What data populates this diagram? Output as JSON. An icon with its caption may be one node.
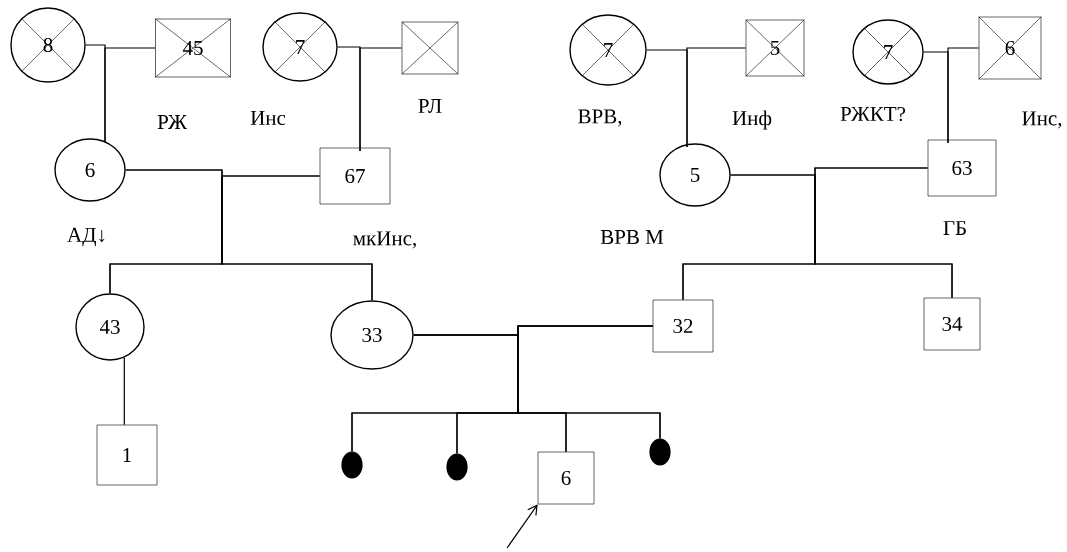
{
  "diagram": {
    "nodes": [
      {
        "text": [
          "8"
        ]
      },
      {
        "text": [
          "45"
        ]
      },
      {
        "text": [
          "7"
        ]
      },
      {
        "text": [],
        "shape": "box"
      },
      {
        "text": [
          "7"
        ]
      },
      {
        "text": [
          "5"
        ]
      },
      {
        "text": [
          "7"
        ]
      },
      {
        "text": [
          "6"
        ]
      },
      {
        "text": [
          "6"
        ]
      },
      {
        "text": [
          "67"
        ]
      },
      {
        "text": [
          "5"
        ]
      },
      {
        "text": [
          "63"
        ]
      },
      {
        "text": [
          "43"
        ]
      },
      {
        "text": [
          "33"
        ]
      },
      {
        "text": [
          "32"
        ]
      },
      {
        "text": [
          "34"
        ]
      },
      {
        "text": [
          "1"
        ]
      },
      {
        "text": [],
        "shape": "circle"
      },
      {
        "text": [],
        "shape": "circle"
      },
      {
        "text": [
          "6"
        ]
      },
      {
        "text": [],
        "shape": "circle"
      }
    ],
    "edges": [
      {
        "from": 0,
        "to": 8,
        "arrow": "none"
      },
      {
        "from": 1,
        "to": 8,
        "arrow": "none"
      },
      {
        "from": 2,
        "to": 9,
        "arrow": "none"
      },
      {
        "from": 3,
        "to": 9,
        "arrow": "none"
      },
      {
        "from": 8,
        "to": 12,
        "arrow": "none"
      },
      {
        "from": 9,
        "to": 12,
        "arrow": "none"
      },
      {
        "from": 8,
        "to": 13,
        "arrow": "none"
      },
      {
        "from": 9,
        "to": 13,
        "arrow": "none"
      },
      {
        "from": 4,
        "to": 10,
        "arrow": "none"
      },
      {
        "from": 5,
        "to": 10,
        "arrow": "none"
      },
      {
        "from": 6,
        "to": 11,
        "arrow": "none"
      },
      {
        "from": 7,
        "to": 11,
        "arrow": "none"
      },
      {
        "from": 10,
        "to": 14,
        "arrow": "none"
      },
      {
        "from": 11,
        "to": 14,
        "arrow": "none"
      },
      {
        "from": 10,
        "to": 15,
        "arrow": "none"
      },
      {
        "from": 11,
        "to": 15,
        "arrow": "none"
      },
      {
        "from": 12,
        "to": 16,
        "arrow": "none"
      },
      {
        "from": 13,
        "to": 17,
        "arrow": "none"
      },
      {
        "from": 14,
        "to": 17,
        "arrow": "none"
      },
      {
        "from": 13,
        "to": 18,
        "arrow": "none"
      },
      {
        "from": 14,
        "to": 18,
        "arrow": "none"
      },
      {
        "from": 13,
        "to": 19,
        "arrow": "none"
      },
      {
        "from": 14,
        "to": 19,
        "arrow": "none"
      },
      {
        "from": 13,
        "to": 20,
        "arrow": "none"
      },
      {
        "from": 14,
        "to": 20,
        "arrow": "none"
      },
      {
        "from": null,
        "to": 19,
        "arrow": "to"
      }
    ],
    "labels": [
      "РЖ",
      "Инс",
      "РЛ",
      "ВРВ,",
      "Инф",
      "РЖКТ?",
      "Инс,",
      "АД↓",
      "мкИнс,",
      "ВРВ М",
      "ГБ"
    ]
  }
}
